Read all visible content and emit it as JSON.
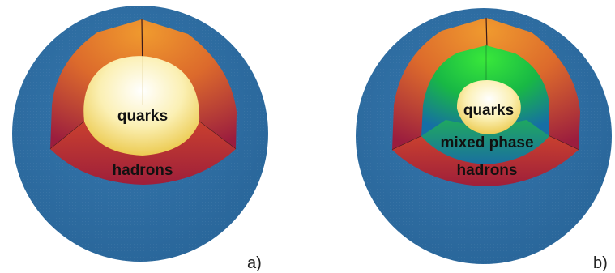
{
  "panels": [
    {
      "tag": "a)",
      "labels": {
        "core": "quarks",
        "shell": "hadrons"
      }
    },
    {
      "tag": "b)",
      "labels": {
        "core": "quarks",
        "middle": "mixed phase",
        "shell": "hadrons"
      }
    }
  ],
  "colors": {
    "outer_blue": "#2e6fa6",
    "hadron_red": "#b8283b",
    "hadron_orange": "#e88a2a",
    "quark_yellow": "#f4e07a",
    "quark_white": "#fffbe8",
    "mixed_green": "#22c63a",
    "mixed_blue": "#1a6fa8"
  }
}
